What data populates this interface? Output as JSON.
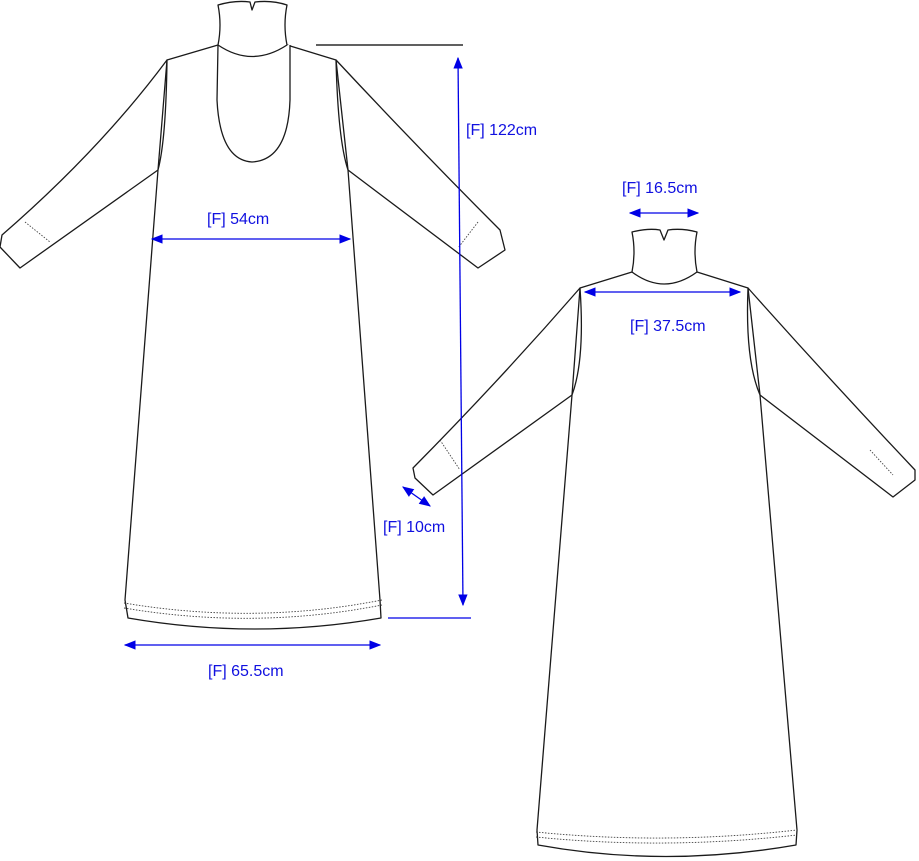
{
  "colors": {
    "outline": "#1a1a1a",
    "measure": "#0000e6"
  },
  "measurements": {
    "length": "[F] 122cm",
    "chest": "[F] 54cm",
    "hem": "[F] 65.5cm",
    "neck": "[F] 16.5cm",
    "shoulder": "[F] 37.5cm",
    "cuff": "[F] 10cm"
  }
}
